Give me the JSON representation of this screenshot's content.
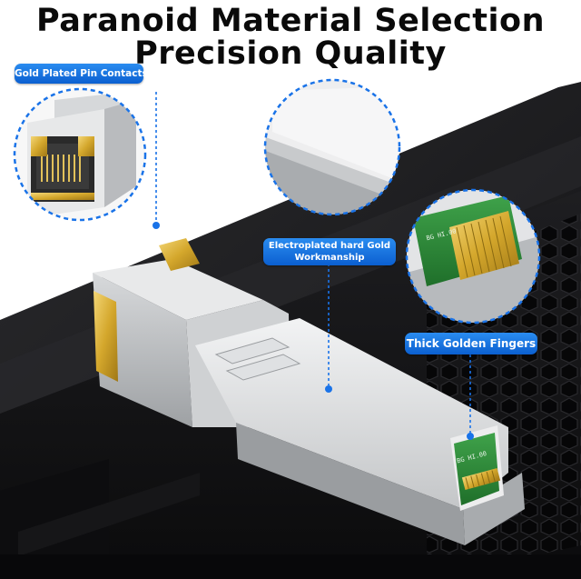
{
  "headline": {
    "line1": "Paranoid Material Selection",
    "line2": "Precision Quality"
  },
  "callouts": [
    {
      "label": "Gold Plated Pin Contacts"
    },
    {
      "label_line1": "Electroplated hard Gold",
      "label_line2": "Workmanship"
    },
    {
      "label": "Thick Golden Fingers"
    }
  ],
  "pcb_text": "BG  HI.00",
  "colors": {
    "callout_blue": "#1a73e8",
    "gold": "#d9b23a",
    "pcb_green": "#2f8f3a",
    "metal": "#c9cbcd",
    "switch_black": "#1b1b1d"
  }
}
